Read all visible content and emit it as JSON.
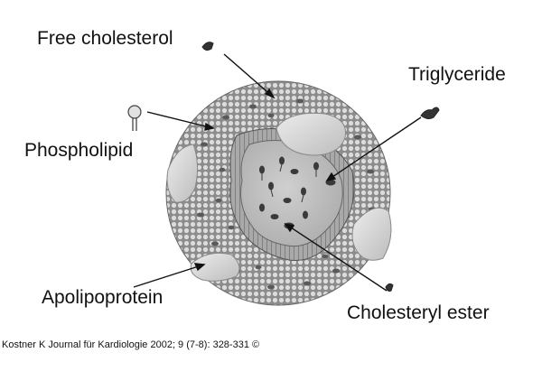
{
  "labels": {
    "free_cholesterol": "Free cholesterol",
    "triglyceride": "Triglyceride",
    "phospholipid": "Phospholipid",
    "apolipoprotein": "Apolipoprotein",
    "cholesteryl_ester": "Cholesteryl ester"
  },
  "credit": "Kostner K Journal für Kardiologie 2002; 9 (7-8): 328-331 ©",
  "colors": {
    "shell": "#8f8f8f",
    "shell_cells": "#d9d9d9",
    "core": "#c2c2c2",
    "apoprotein": "#dcdcdc",
    "molecule": "#3a3a3a",
    "text": "#111111"
  }
}
